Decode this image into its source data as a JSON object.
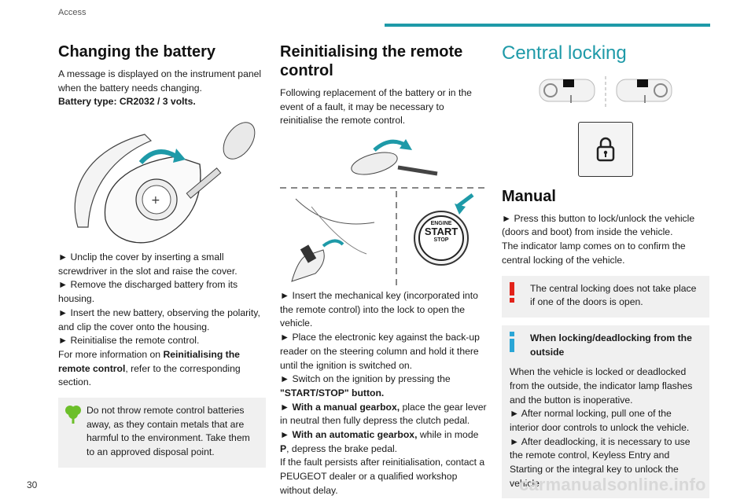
{
  "header": {
    "section": "Access"
  },
  "page_number": "30",
  "watermark": "carmanualsonline.info",
  "col1": {
    "title": "Changing the battery",
    "intro": "A message is displayed on the instrument panel when the battery needs changing.",
    "battery_type": "Battery type: CR2032 / 3 volts.",
    "steps": [
      "► Unclip the cover by inserting a small screwdriver in the slot and raise the cover.",
      "► Remove the discharged battery from its housing.",
      "► Insert the new battery, observing the polarity, and clip the cover onto the housing.",
      "► Reinitialise the remote control."
    ],
    "more_pre": "For more information on ",
    "more_bold": "Reinitialising the remote control",
    "more_post": ", refer to the corresponding section.",
    "eco_note": "Do not throw remote control batteries away, as they contain metals that are harmful to the environment. Take them to an approved disposal point."
  },
  "col2": {
    "title": "Reinitialising the remote control",
    "intro": "Following replacement of the battery or in the event of a fault, it may be necessary to reinitialise the remote control.",
    "button_text": [
      "ENGINE",
      "START",
      "STOP"
    ],
    "steps": [
      "► Insert the mechanical key (incorporated into the remote control) into the lock to open the vehicle.",
      "► Place the electronic key against the back-up reader on the steering column and hold it there until the ignition is switched on.",
      "► Switch on the ignition by pressing the"
    ],
    "start_stop_label": "\"START/STOP\" button.",
    "manual_bold": "► With a manual gearbox,",
    "manual_rest": " place the gear lever in neutral then fully depress the clutch pedal.",
    "auto_bold": "► With an automatic gearbox,",
    "auto_rest": " while in mode",
    "auto_p": "P",
    "auto_end": ", depress the brake pedal.",
    "fault": "If the fault persists after reinitialisation, contact a PEUGEOT dealer or a qualified workshop without delay."
  },
  "col3": {
    "title": "Central locking",
    "manual_title": "Manual",
    "step1": "► Press this button to lock/unlock the vehicle (doors and boot) from inside the vehicle.",
    "step2": "The indicator lamp comes on to confirm the central locking of the vehicle.",
    "warning": "The central locking does not take place if one of the doors is open.",
    "info_title": "When locking/deadlocking from the outside",
    "info_lines": [
      "When the vehicle is locked or deadlocked from the outside, the indicator lamp flashes and the button is inoperative.",
      "► After normal locking, pull one of the interior door controls to unlock the vehicle.",
      "► After deadlocking, it is necessary to use the remote control, Keyless Entry and Starting or the integral key to unlock the vehicle."
    ]
  },
  "colors": {
    "accent": "#1e9aa8",
    "warning": "#e2231a",
    "eco": "#6cbf2a",
    "info": "#2aa6d6"
  }
}
